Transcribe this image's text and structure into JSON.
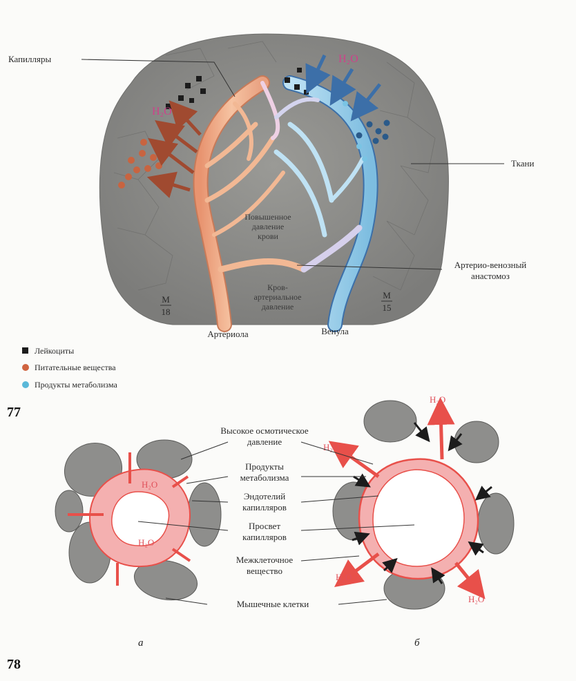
{
  "fig77": {
    "number": "77",
    "labels": {
      "capillary": "Капилляры",
      "tissue": "Ткани",
      "anastomosis_line1": "Артерио-венозный",
      "anastomosis_line2": "анастомоз",
      "arteriole": "Артериола",
      "venule": "Венула",
      "water_left": "H₂O",
      "water_right": "H₂O",
      "center_line1": "Повышенное",
      "center_line2": "давление",
      "center_line3": "крови",
      "lower_line1": "Кров-",
      "lower_line2": "артериальное",
      "lower_line3": "давление",
      "mark_left_top": "M",
      "mark_left_bottom": "18",
      "mark_right_top": "M",
      "mark_right_bottom": "15"
    },
    "legend": [
      {
        "label": "Лейкоциты",
        "shape": "square",
        "color": "#1c1c1c"
      },
      {
        "label": "Питательные вещества",
        "shape": "circle",
        "color": "#d06440"
      },
      {
        "label": "Продукты метаболизма",
        "shape": "circle",
        "color": "#5ab8d8"
      }
    ]
  },
  "fig78": {
    "number": "78",
    "labels": {
      "oncotic_line1": "Высокое осмотическое",
      "oncotic_line2": "давление",
      "metab_line1": "Продукты",
      "metab_line2": "метаболизма",
      "endo_line1": "Эндотелий",
      "endo_line2": "капилляров",
      "lumen_line1": "Просвет",
      "lumen_line2": "капилляров",
      "interstitial_line1": "Межклеточное",
      "interstitial_line2": "вещество",
      "muscle_cells": "Мышечные клетки",
      "panel_a": "а",
      "panel_b": "б",
      "water": "H₂O"
    }
  },
  "colors": {
    "tissue": "#8a8a88",
    "artery": "#f0b08a",
    "vein": "#9cd0ec",
    "arrow_blue": "#3c6fa8",
    "arrow_brown": "#a04a30",
    "nutrient": "#c86440",
    "metabolite": "#5ab8d8",
    "capillary_pink": "#f4b0b0",
    "red": "#e8504a",
    "cell_gray": "#8e8e8c"
  }
}
